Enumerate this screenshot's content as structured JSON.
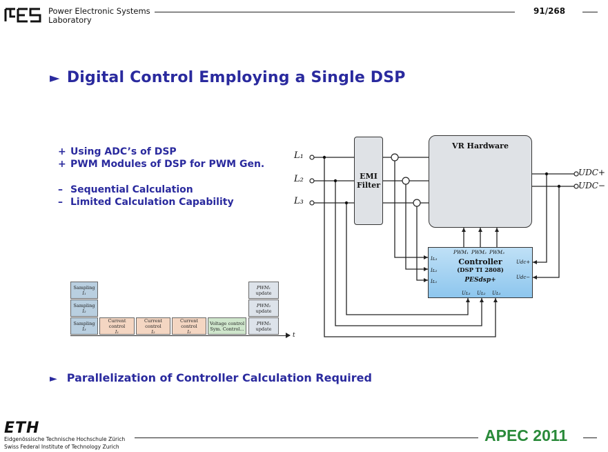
{
  "header": {
    "lab_line1": "Power Electronic Systems",
    "lab_line2": "Laboratory",
    "page_number": "91/268"
  },
  "title": "Digital Control Employing a Single DSP",
  "bullets": [
    {
      "symbol": "+",
      "text": "Using ADC’s of DSP"
    },
    {
      "symbol": "+",
      "text": "PWM Modules of DSP for PWM Gen."
    },
    {
      "symbol": "–",
      "text": "Sequential Calculation"
    },
    {
      "symbol": "–",
      "text": "Limited Calculation Capability"
    }
  ],
  "timing": {
    "sampling": [
      {
        "label": "Sampling",
        "sub": "I₁"
      },
      {
        "label": "Sampling",
        "sub": "I₂"
      },
      {
        "label": "Sampling",
        "sub": "I₃"
      }
    ],
    "current_control": [
      {
        "label": "Current control",
        "sub": "I₁"
      },
      {
        "label": "Current control",
        "sub": "I₂"
      },
      {
        "label": "Current control",
        "sub": "I₃"
      }
    ],
    "voltage_control": {
      "line1": "Voltage control",
      "line2": "Sym. Control..."
    },
    "pwm": [
      {
        "label": "PWM₁",
        "sub": "update"
      },
      {
        "label": "PWM₂",
        "sub": "update"
      },
      {
        "label": "PWM₃",
        "sub": "update"
      }
    ],
    "axis_label": "t"
  },
  "circuit": {
    "inputs": [
      "L₁",
      "L₂",
      "L₃"
    ],
    "emi_line1": "EMI",
    "emi_line2": "Filter",
    "vr_title": "VR Hardware",
    "outputs": [
      "UDC+",
      "UDC−"
    ],
    "controller_title": "Controller",
    "controller_sub": "(DSP TI 2808)",
    "controller_logo": "PESdsp+",
    "pwm_labels": [
      "PWM₁",
      "PWM₂",
      "PWM₃"
    ],
    "current_inputs": [
      "Iʟ₃",
      "Iʟ₂",
      "Iʟ₁"
    ],
    "voltage_inputs": [
      "Uʟ₃",
      "Uʟ₂",
      "Uʟ₁"
    ],
    "dc_inputs": [
      "Udc+",
      "Udc−"
    ]
  },
  "bottom_note": "Parallelization of Controller Calculation Required",
  "footer": {
    "eth": "ETH",
    "eth_line1": "Eidgenössische Technische Hochschule Zürich",
    "eth_line2": "Swiss Federal Institute of Technology Zurich",
    "conference": "APEC 2011"
  },
  "colors": {
    "title_blue": "#2a2a9e",
    "apec_green": "#2a8a3a",
    "controller_blue": "#8dc6ee"
  }
}
